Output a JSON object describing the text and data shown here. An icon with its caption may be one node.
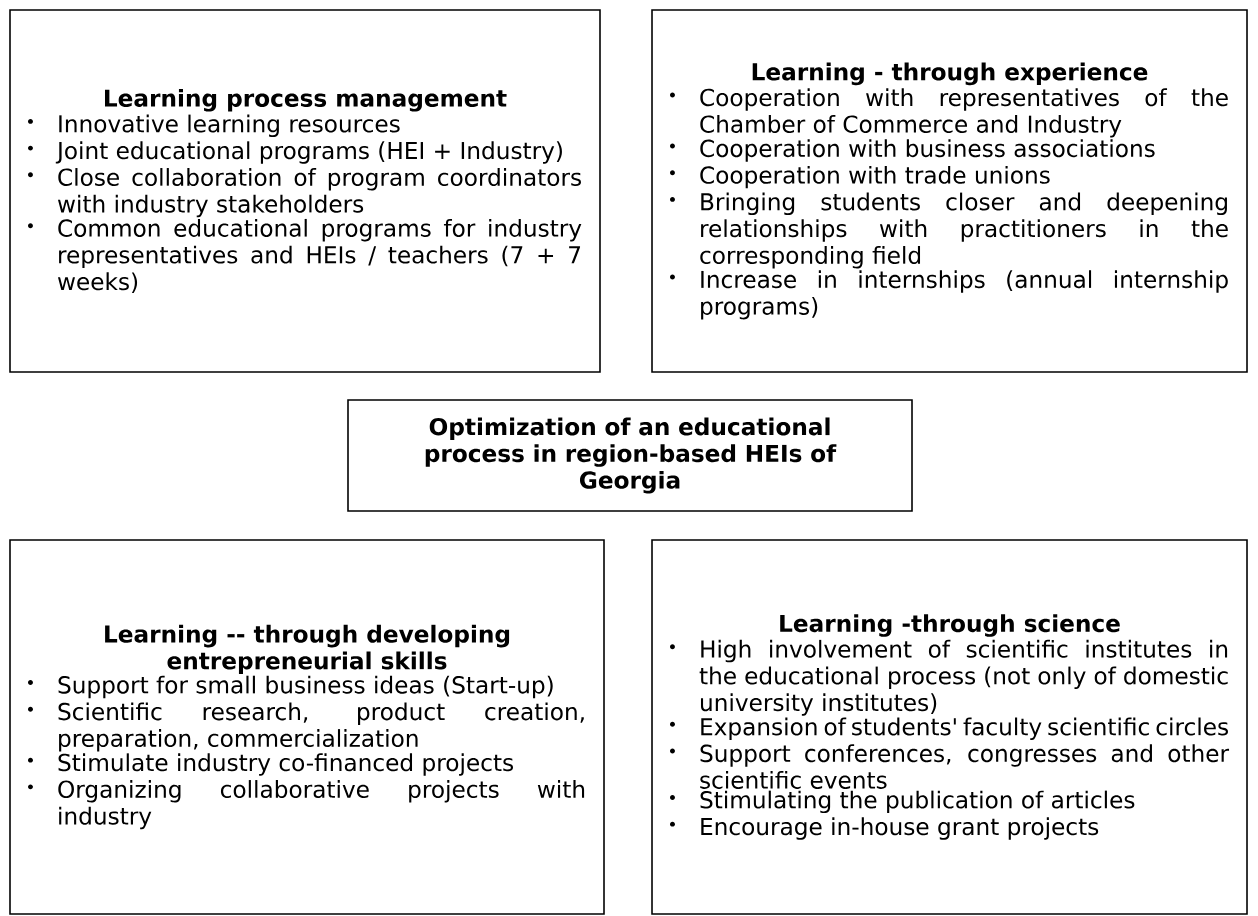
{
  "diagram": {
    "nodes": [
      {
        "text": [
          "Learning process management",
          "Innovative learning resources",
          "Joint educational programs (HEI + Industry)",
          "Close collaboration of program coordinators with industry stakeholders",
          "Common educational programs for industry representatives and HEIs / teachers (7 + 7 weeks)"
        ]
      },
      {
        "text": [
          "Learning - through experience",
          "Cooperation with representatives of the Chamber of Commerce and Industry",
          "Cooperation with business associations",
          "Cooperation with trade unions",
          "Bringing students closer and deepening relationships with practitioners in the corresponding field",
          "Increase in internships (annual internship programs)"
        ]
      },
      {
        "text": [
          "Optimization of an educational process in region-based HEIs of Georgia"
        ]
      },
      {
        "text": [
          "Learning -- through developing entrepreneurial skills",
          "Support for small business ideas (Start-up)",
          "Scientific research, product creation, preparation, commercialization",
          "Stimulate industry co-financed projects",
          "Organizing collaborative projects with industry"
        ]
      },
      {
        "text": [
          "Learning -through science",
          "High involvement of scientific institutes in the educational process (not only of domestic university institutes)",
          "Expansion of students' faculty scientific circles",
          "Support conferences, congresses and other scientific events",
          "Stimulating the publication of articles",
          "Encourage in-house grant projects"
        ]
      }
    ]
  }
}
